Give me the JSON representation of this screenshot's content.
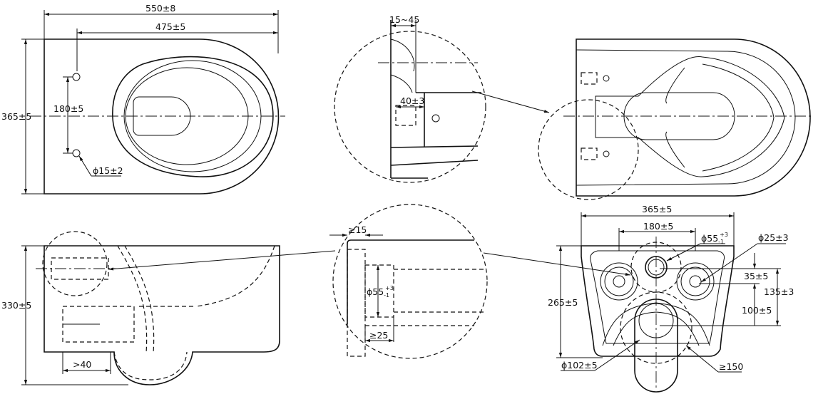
{
  "top_view": {
    "overall_length": "550±8",
    "seat_length": "475±5",
    "width": "365±5",
    "bolt_spacing": "180±5",
    "bolt_hole": "ϕ15±2"
  },
  "detail_top": {
    "wall_range": "15~45",
    "bolt_depth": "40±3"
  },
  "side_view": {
    "height": "330±5",
    "outlet_min": ">40"
  },
  "detail_inlet": {
    "wall_min": "≥15",
    "inlet_dia": "ϕ55",
    "inlet_tol_plus": "+3",
    "inlet_tol_minus": "-1",
    "inlet_depth": "≥25"
  },
  "rear_view": {
    "width": "365±5",
    "bolt_spacing": "180±5",
    "inlet_dia": "ϕ55",
    "inlet_tol_plus": "+3",
    "inlet_tol_minus": "-1",
    "bolt_dia": "ϕ25±3",
    "inlet_offset": "35±5",
    "inlet_to_outlet": "135±3",
    "bolt_to_outlet": "100±5",
    "height": "265±5",
    "outlet_dia": "ϕ102±5",
    "outlet_min": "≥150"
  }
}
